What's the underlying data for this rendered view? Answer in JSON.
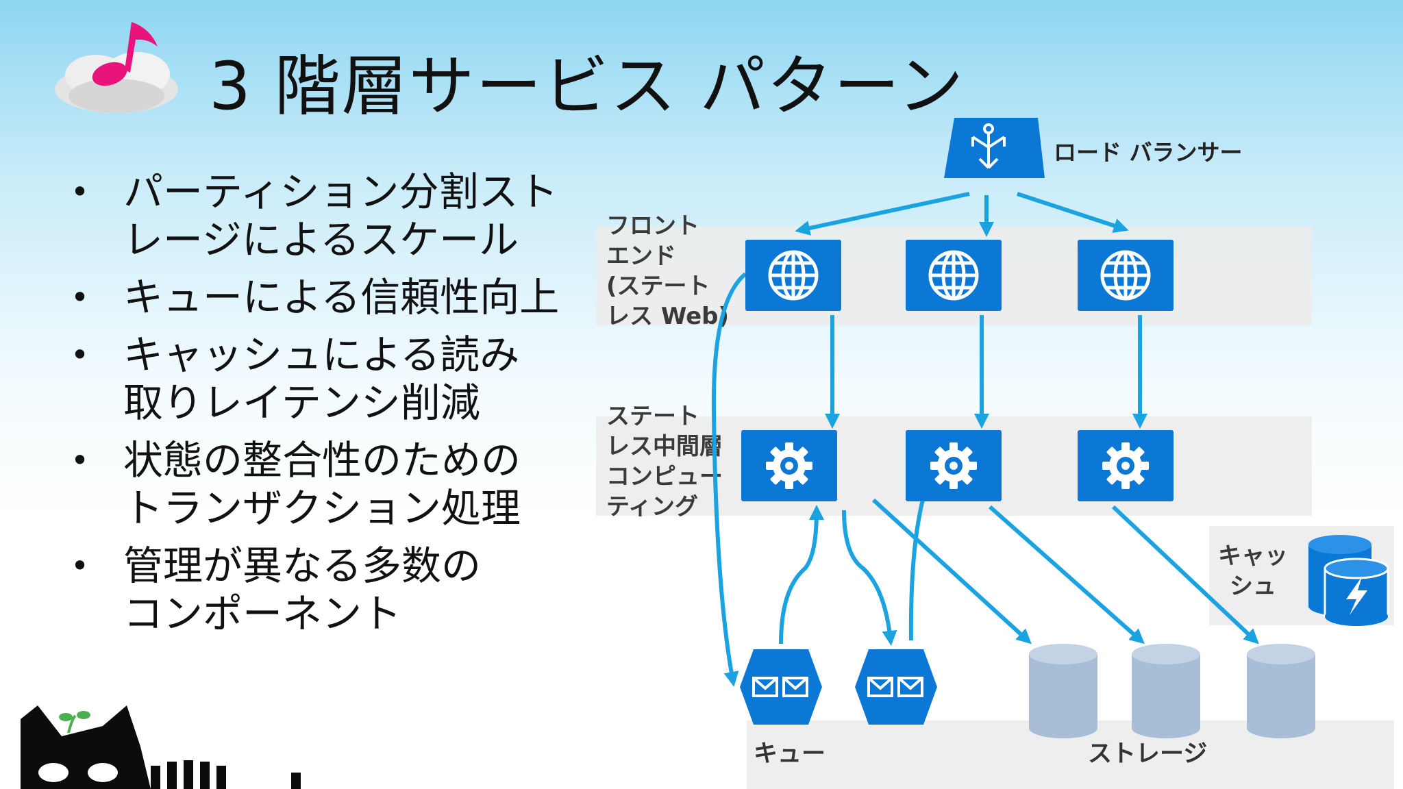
{
  "title": "3 階層サービス パターン",
  "bullets": [
    "パーティション分割スト\nレージによるスケール",
    "キューによる信頼性向上",
    "キャッシュによる読み\n取りレイテンシ削減",
    "状態の整合性のための\nトランザクション処理",
    "管理が異なる多数の\nコンポーネント"
  ],
  "diagram": {
    "load_balancer_label": "ロード バランサー",
    "frontend_label": "フロント\nエンド\n(ステート\nレス Web)",
    "middle_label": "ステート\nレス中間層\nコンピュー\nティング",
    "cache_label": "キャッ\nシュ",
    "queue_label": "キュー",
    "storage_label": "ストレージ"
  },
  "colors": {
    "accent": "#0a78d4",
    "arrow": "#1aa3e0",
    "storage": "#a8bdd6"
  }
}
